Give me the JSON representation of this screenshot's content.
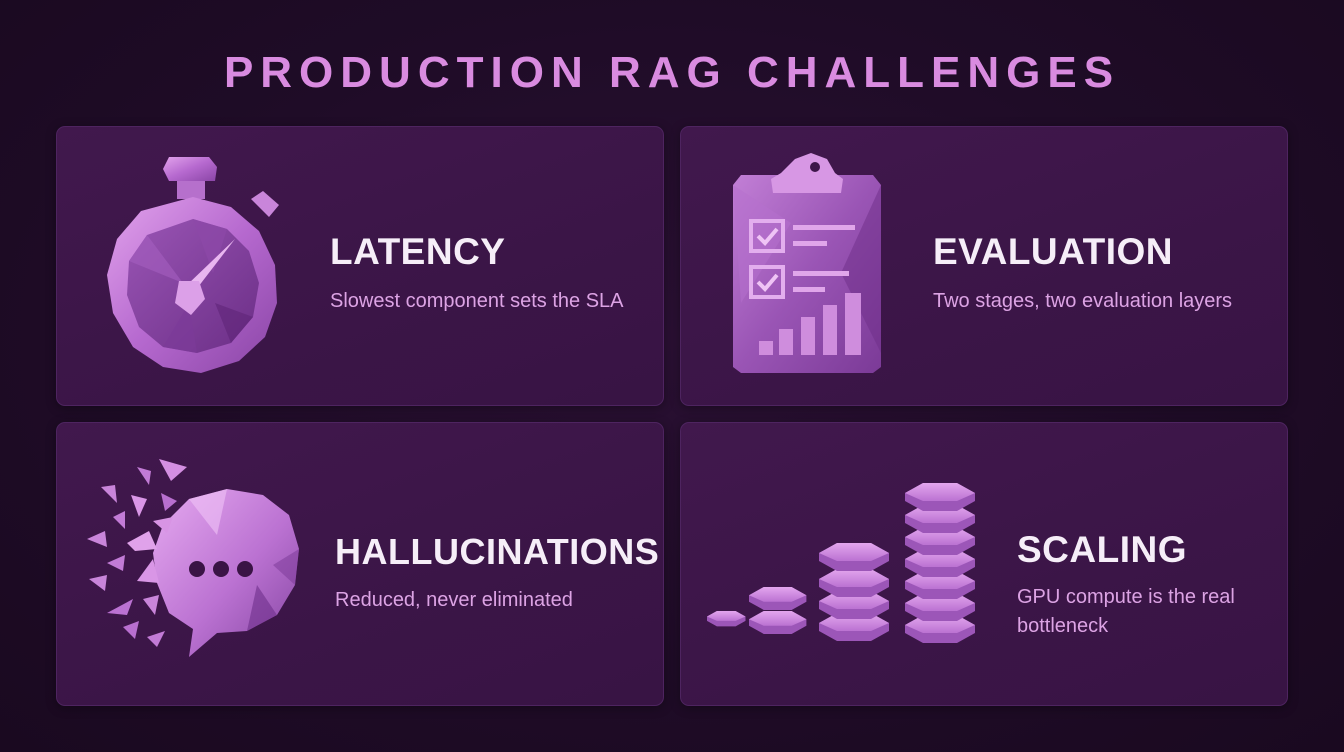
{
  "header": {
    "title": "PRODUCTION RAG CHALLENGES"
  },
  "colors": {
    "background": "#1d0b24",
    "card": "#3d1649",
    "title_accent": "#d98be0",
    "card_title": "#f6eef8",
    "card_desc": "#dca3e4",
    "icon_light": "#d38ee0",
    "icon_mid": "#a85cc0",
    "icon_dark": "#7a3a94"
  },
  "cards": [
    {
      "id": "latency",
      "icon": "stopwatch-icon",
      "title": "LATENCY",
      "description": "Slowest component sets the SLA"
    },
    {
      "id": "evaluation",
      "icon": "clipboard-checklist-chart-icon",
      "title": "EVALUATION",
      "description": "Two stages, two evaluation layers"
    },
    {
      "id": "hallucinations",
      "icon": "shattering-chat-bubble-icon",
      "title": "HALLUCINATIONS",
      "description": "Reduced, never eliminated"
    },
    {
      "id": "scaling",
      "icon": "stacked-hexagon-coins-icon",
      "title": "SCALING",
      "description": "GPU compute is the real bottleneck"
    }
  ]
}
